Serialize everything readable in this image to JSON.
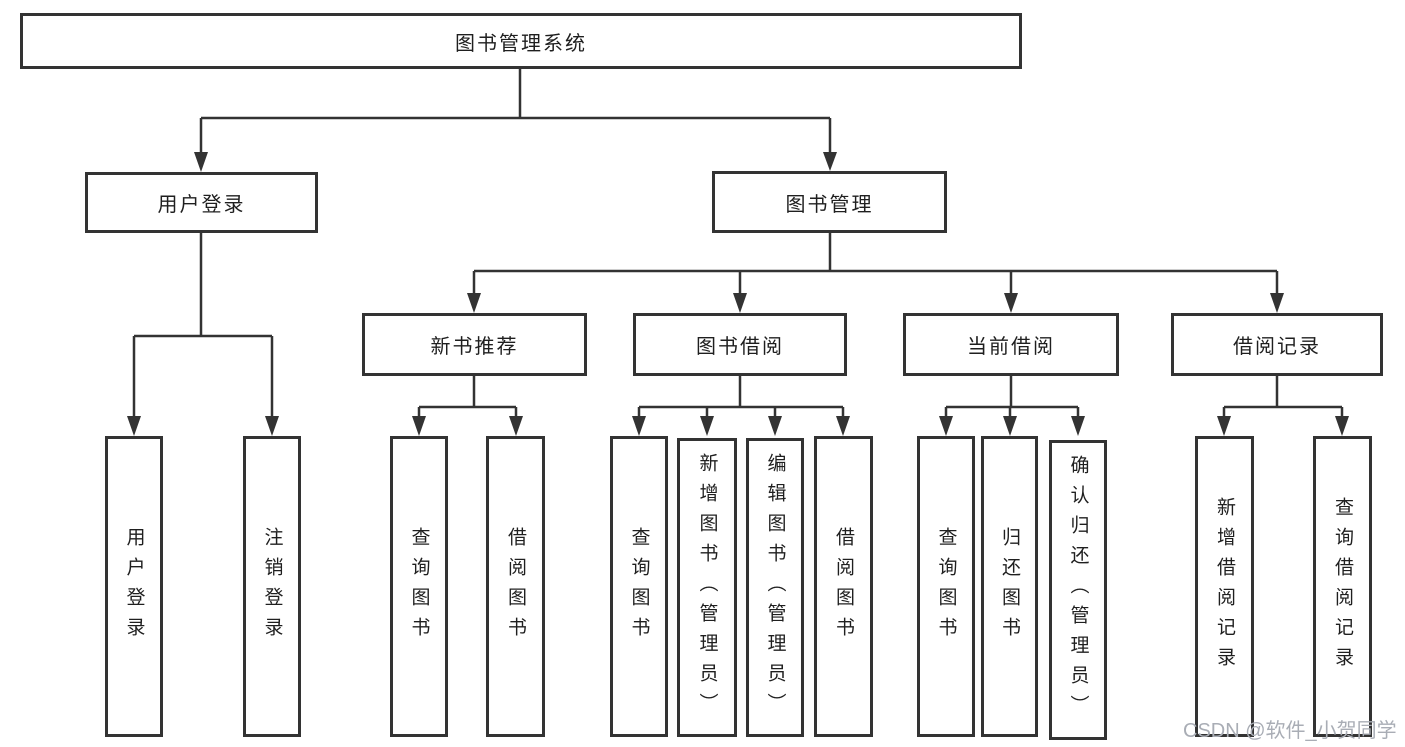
{
  "diagram": {
    "tree": {
      "label": "图书管理系统",
      "children": [
        {
          "label": "用户登录",
          "children": [
            {
              "label": "用户登录"
            },
            {
              "label": "注销登录"
            }
          ]
        },
        {
          "label": "图书管理",
          "children": [
            {
              "label": "新书推荐",
              "children": [
                {
                  "label": "查询图书"
                },
                {
                  "label": "借阅图书"
                }
              ]
            },
            {
              "label": "图书借阅",
              "children": [
                {
                  "label": "查询图书"
                },
                {
                  "label": "新增图书（管理员）"
                },
                {
                  "label": "编辑图书（管理员）"
                },
                {
                  "label": "借阅图书"
                }
              ]
            },
            {
              "label": "当前借阅",
              "children": [
                {
                  "label": "查询图书"
                },
                {
                  "label": "归还图书"
                },
                {
                  "label": "确认归还（管理员）"
                }
              ]
            },
            {
              "label": "借阅记录",
              "children": [
                {
                  "label": "新增借阅记录"
                },
                {
                  "label": "查询借阅记录"
                }
              ]
            }
          ]
        }
      ]
    }
  },
  "watermark": {
    "text": "CSDN @软件_小贺同学"
  },
  "colors": {
    "box_border": "#333333",
    "connector": "#333333",
    "text": "#1f1f1f",
    "watermark": "#a9adb5",
    "background": "#ffffff"
  }
}
